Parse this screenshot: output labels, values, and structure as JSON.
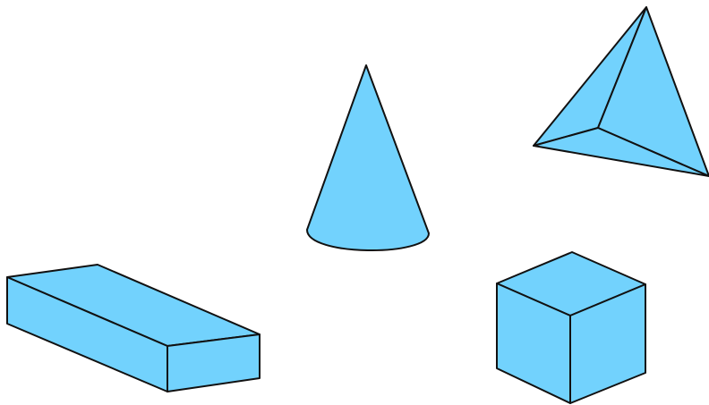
{
  "colors": {
    "fill": "#72d2fd",
    "stroke": "#111111",
    "background": "#ffffff"
  },
  "shapes": [
    {
      "id": "cone",
      "kind": "cone"
    },
    {
      "id": "tetrahedron",
      "kind": "triangular pyramid"
    },
    {
      "id": "cuboid",
      "kind": "rectangular prism"
    },
    {
      "id": "cube",
      "kind": "cube"
    }
  ]
}
